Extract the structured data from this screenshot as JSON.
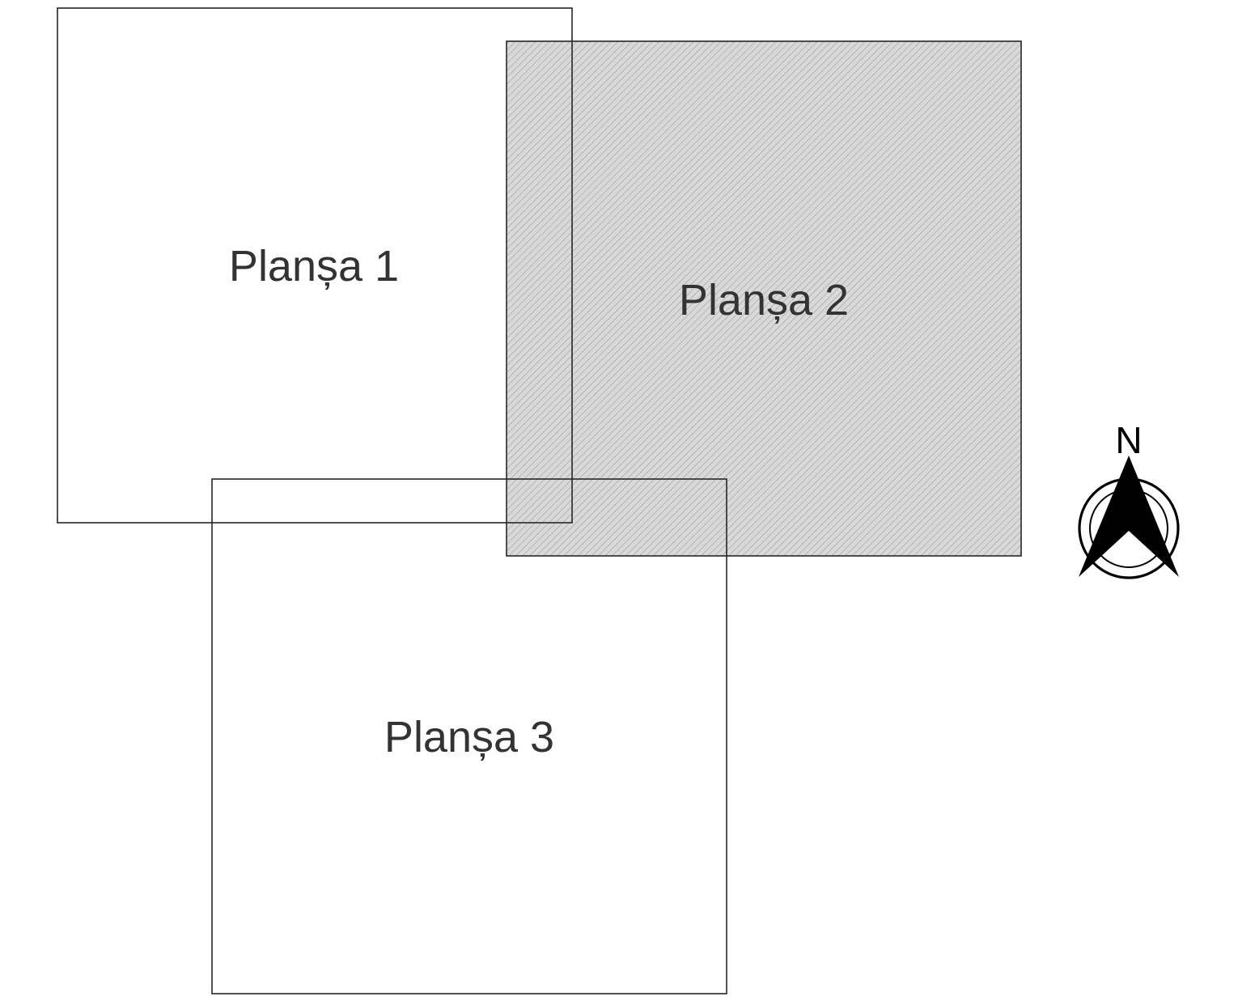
{
  "sheets": [
    {
      "label": "Planșa 1",
      "highlighted": false
    },
    {
      "label": "Planșa 2",
      "highlighted": true
    },
    {
      "label": "Planșa 3",
      "highlighted": false
    }
  ],
  "north_arrow": {
    "letter": "N",
    "icon": "north-arrow-icon"
  },
  "colors": {
    "background": "#ffffff",
    "outline": "#262626",
    "label": "#333333",
    "highlight_fill": "#d9d9d9",
    "hatch": "#b5b5b5"
  }
}
